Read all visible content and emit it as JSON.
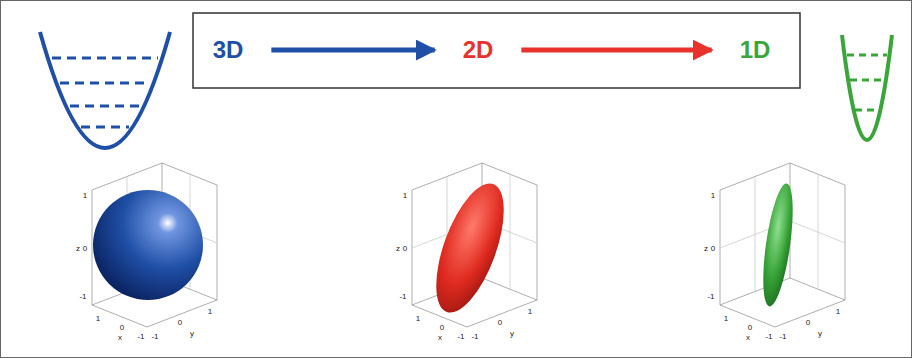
{
  "diagram": {
    "nodes": [
      {
        "text": [
          "3D"
        ]
      },
      {
        "text": [
          "2D"
        ]
      },
      {
        "text": [
          "1D"
        ]
      }
    ],
    "edges": [
      {
        "from": 0,
        "to": 1,
        "arrow": "to"
      },
      {
        "from": 1,
        "to": 2,
        "arrow": "to"
      }
    ],
    "labels": [
      "z",
      "1",
      "0",
      "-1",
      "x",
      "1",
      "0",
      "-1",
      "y",
      "-1",
      "0",
      "1",
      "z",
      "1",
      "0",
      "-1",
      "x",
      "1",
      "0",
      "-1",
      "y",
      "-1",
      "0",
      "1",
      "z",
      "1",
      "0",
      "-1",
      "x",
      "1",
      "0",
      "-1",
      "y",
      "-1",
      "0",
      "1"
    ]
  }
}
